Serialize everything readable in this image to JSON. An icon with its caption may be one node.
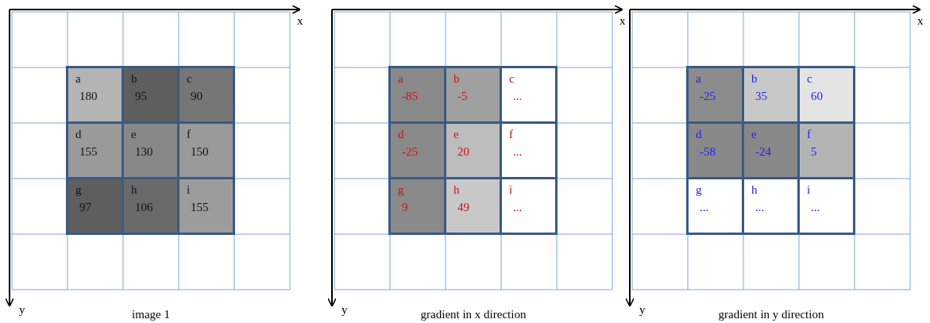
{
  "diagram": {
    "nodes": [
      {
        "text": [
          "a",
          "180"
        ]
      },
      {
        "text": [
          "b",
          "95"
        ]
      },
      {
        "text": [
          "c",
          "90"
        ]
      },
      {
        "text": [
          "d",
          "155"
        ]
      },
      {
        "text": [
          "e",
          "130"
        ]
      },
      {
        "text": [
          "f",
          "150"
        ]
      },
      {
        "text": [
          "g",
          "97"
        ]
      },
      {
        "text": [
          "h",
          "106"
        ]
      },
      {
        "text": [
          "i",
          "155"
        ]
      },
      {
        "text": [
          "a",
          "-85"
        ]
      },
      {
        "text": [
          "b",
          "-5"
        ]
      },
      {
        "text": [
          "c",
          "..."
        ]
      },
      {
        "text": [
          "d",
          "-25"
        ]
      },
      {
        "text": [
          "e",
          "20"
        ]
      },
      {
        "text": [
          "f",
          "..."
        ]
      },
      {
        "text": [
          "g",
          "9"
        ]
      },
      {
        "text": [
          "h",
          "49"
        ]
      },
      {
        "text": [
          "i",
          "..."
        ]
      },
      {
        "text": [
          "a",
          "-25"
        ]
      },
      {
        "text": [
          "b",
          "35"
        ]
      },
      {
        "text": [
          "c",
          "60"
        ]
      },
      {
        "text": [
          "d",
          "-58"
        ]
      },
      {
        "text": [
          "e",
          "-24"
        ]
      },
      {
        "text": [
          "f",
          "5"
        ]
      },
      {
        "text": [
          "g",
          "..."
        ]
      },
      {
        "text": [
          "h",
          "..."
        ]
      },
      {
        "text": [
          "i",
          "..."
        ]
      }
    ],
    "labels": [
      "x",
      "y",
      "image 1",
      "x",
      "y",
      "gradient in x direction",
      "x",
      "y",
      "gradient in y direction"
    ]
  }
}
